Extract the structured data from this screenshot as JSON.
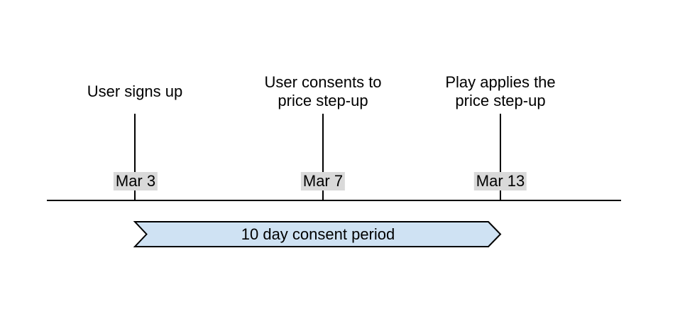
{
  "diagram": {
    "type": "timeline",
    "events": [
      {
        "lines": [
          "User signs up"
        ],
        "date": "Mar 3"
      },
      {
        "lines": [
          "User consents to",
          "price step-up"
        ],
        "date": "Mar 7"
      },
      {
        "lines": [
          "Play applies the",
          "price step-up"
        ],
        "date": "Mar 13"
      }
    ],
    "banner": {
      "label": "10 day consent period"
    },
    "colors": {
      "banner_fill": "#cfe2f3",
      "banner_border": "#000000",
      "date_label_bg": "#d9d9d9",
      "line": "#000000",
      "text": "#000000",
      "background": "#ffffff"
    }
  }
}
